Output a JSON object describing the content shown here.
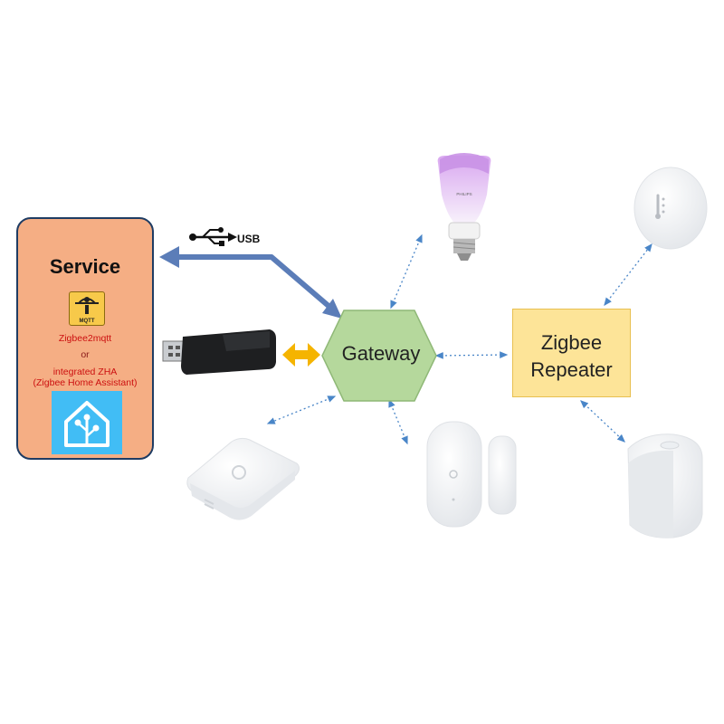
{
  "service": {
    "title": "Service",
    "line1": "Zigbee2mqtt",
    "line2": "or",
    "line3": "integrated ZHA",
    "line4": "(Zigbee Home Assistant)",
    "mqtt_logo_text": "MQTT"
  },
  "usb": {
    "label": "USB"
  },
  "gateway": {
    "label": "Gateway"
  },
  "repeater": {
    "line1": "Zigbee",
    "line2": "Repeater"
  },
  "bulb": {
    "brand_text": "PHILIPS"
  },
  "colors": {
    "service_fill": "#f5ae84",
    "service_border": "#1f3c63",
    "gateway_fill": "#b5d89c",
    "repeater_fill": "#fde498",
    "usb_arrow": "#5b7db8",
    "bidirectional_arrow": "#f5b400",
    "zigbee_link": "#4a86c8",
    "home_assistant_blue": "#41bdf5"
  }
}
